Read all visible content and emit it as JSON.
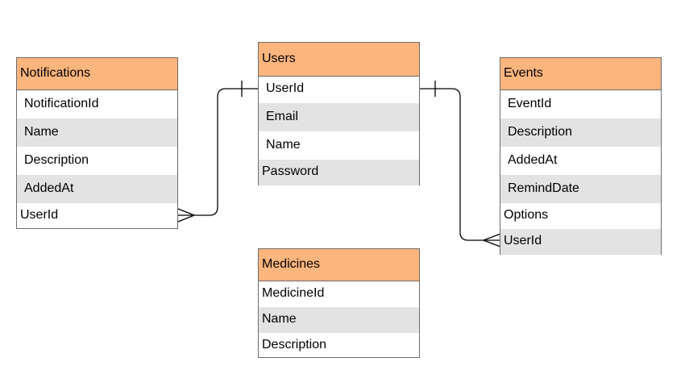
{
  "notifications": {
    "title": "Notifications",
    "fields": [
      "NotificationId",
      "Name",
      "Description",
      "AddedAt",
      "UserId"
    ]
  },
  "users": {
    "title": "Users",
    "fields": [
      "UserId",
      "Email",
      "Name",
      "Password"
    ]
  },
  "events": {
    "title": "Events",
    "fields": [
      "EventId",
      "Description",
      "AddedAt",
      "RemindDate",
      "Options",
      "UserId"
    ]
  },
  "medicines": {
    "title": "Medicines",
    "fields": [
      "MedicineId",
      "Name",
      "Description"
    ]
  },
  "colors": {
    "header_fill": "#fdb57e",
    "alt_row_fill": "#e3e3e3",
    "border": "#6b6b6b",
    "connector": "#000000"
  },
  "relations": [
    {
      "from": "users.UserId",
      "to": "notifications.UserId",
      "from_end": "one",
      "to_end": "many"
    },
    {
      "from": "users.UserId",
      "to": "events.UserId",
      "from_end": "one",
      "to_end": "many"
    }
  ]
}
